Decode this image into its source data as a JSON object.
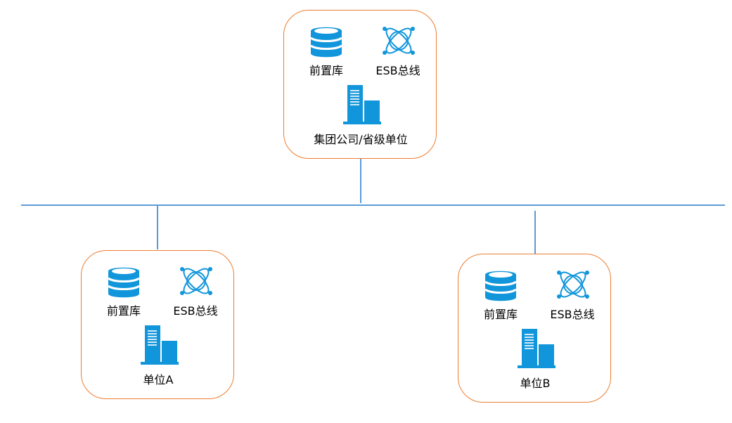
{
  "colors": {
    "connector_line": "#5b9bd5",
    "node_border": "#ed7d31",
    "icon_fill": "#1296db"
  },
  "icons": {
    "database": "database-icon",
    "api": "api-icon",
    "server": "server-building-icon"
  },
  "nodes": [
    {
      "id": "hq",
      "db_label": "前置库",
      "esb_label": "ESB总线",
      "name": "集团公司/省级单位"
    },
    {
      "id": "unit-a",
      "db_label": "前置库",
      "esb_label": "ESB总线",
      "name": "单位A"
    },
    {
      "id": "unit-b",
      "db_label": "前置库",
      "esb_label": "ESB总线",
      "name": "单位B"
    }
  ]
}
